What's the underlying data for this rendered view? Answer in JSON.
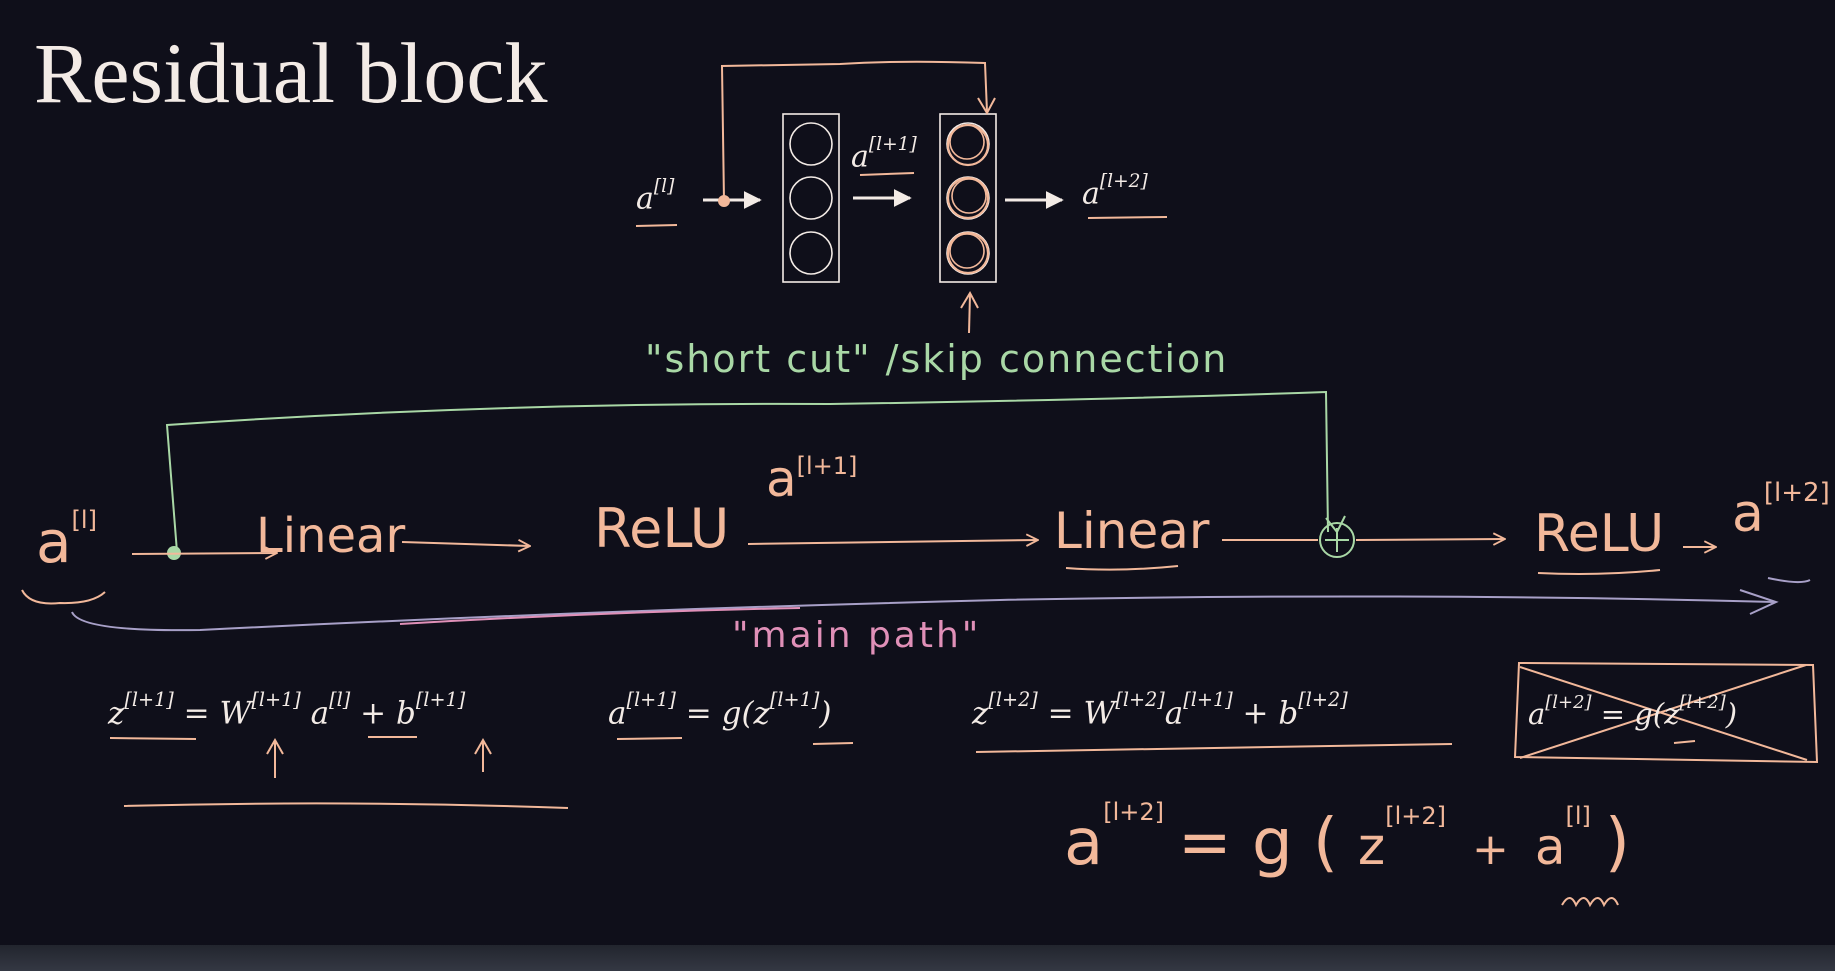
{
  "slide": {
    "title": "Residual block",
    "top_diagram": {
      "input_label": "a[l]",
      "input_base": "a",
      "input_sup": "[l]",
      "mid_base": "a",
      "mid_sup": "[l+1]",
      "out_base": "a",
      "out_sup": "[l+2]"
    },
    "skip_label": "\"short cut\" /skip connection",
    "flow": {
      "a_base": "a",
      "a_sup": "[l]",
      "linear1": "Linear",
      "relu1": "ReLU",
      "mid_base": "a",
      "mid_sup": "[l+1]",
      "linear2": "Linear",
      "relu2": "ReLU",
      "out_base": "a",
      "out_sup": "[l+2]",
      "main_path": "\"main path\""
    },
    "equations": {
      "eq1": {
        "z": "z",
        "z_sup": "[l+1]",
        "eq": " = ",
        "W": "W",
        "W_sup": "[l+1]",
        "a": " a",
        "a_sup": "[l]",
        "plus": " + ",
        "b": "b",
        "b_sup": "[l+1]"
      },
      "eq2": {
        "a": "a",
        "a_sup": "[l+1]",
        "eq": " = g(",
        "z": "z",
        "z_sup": "[l+1]",
        "close": ")"
      },
      "eq3": {
        "z": "z",
        "z_sup": "[l+2]",
        "eq": " =  ",
        "W": "W",
        "W_sup": "[l+2]",
        "a": "a",
        "a_sup": "[l+1]",
        "plus": " + ",
        "b": "b",
        "b_sup": "[l+2]"
      },
      "eq4": {
        "a": "a",
        "a_sup": "[l+2]",
        "eq": " = g(",
        "z": "z",
        "z_sup": "[l+2]",
        "close": ")"
      },
      "final": {
        "a": "a",
        "a_sup": "[l+2]",
        "eq": "= g (",
        "z": "z",
        "z_sup": "[l+2]",
        "plus": "+",
        "a2": "a",
        "a2_sup": "[l]",
        "close": ")"
      }
    }
  },
  "colors": {
    "background": "#0f0f1a",
    "text": "#f3ebe6",
    "orange": "#f2b89a",
    "green": "#a9d8a6",
    "pink": "#e090b8",
    "lavender": "#a8a0c8"
  }
}
